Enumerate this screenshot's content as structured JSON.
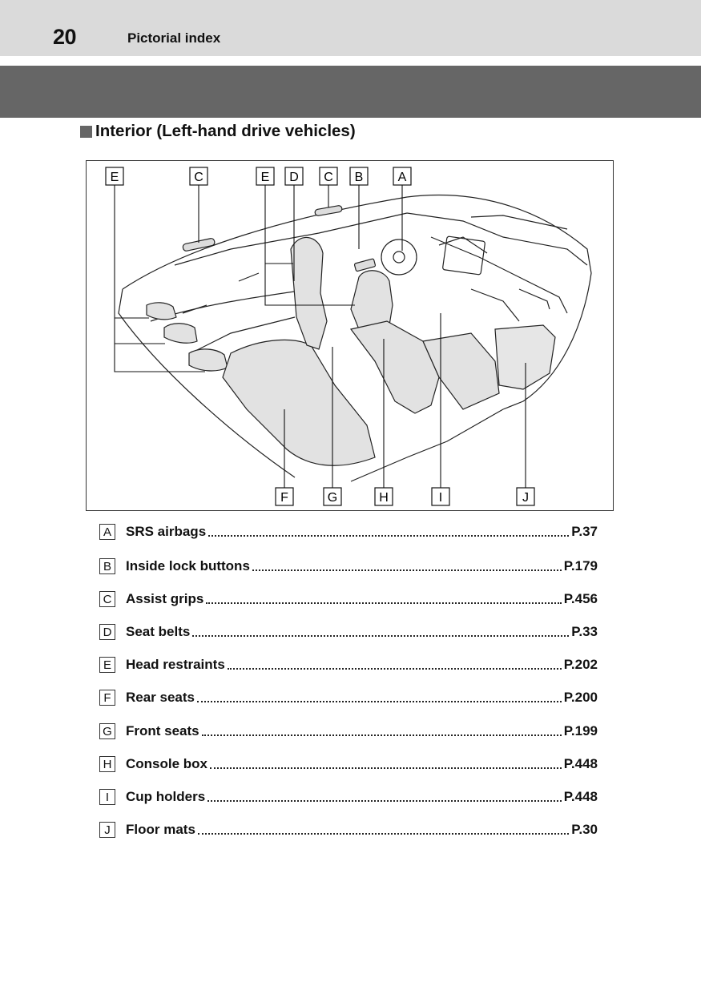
{
  "header": {
    "page_number": "20",
    "section": "Pictorial index"
  },
  "heading": {
    "marker": "■",
    "text": "Interior (Left-hand drive vehicles)"
  },
  "figure": {
    "callouts_top": [
      "E",
      "C",
      "E",
      "D",
      "C",
      "B",
      "A"
    ],
    "callouts_bottom": [
      "F",
      "G",
      "H",
      "I",
      "J"
    ]
  },
  "legend": [
    {
      "key": "A",
      "label": "SRS airbags",
      "page": "P.37"
    },
    {
      "key": "B",
      "label": "Inside lock buttons",
      "page": "P.179"
    },
    {
      "key": "C",
      "label": "Assist grips",
      "page": "P.456"
    },
    {
      "key": "D",
      "label": "Seat belts",
      "page": "P.33"
    },
    {
      "key": "E",
      "label": "Head restraints",
      "page": "P.202"
    },
    {
      "key": "F",
      "label": "Rear seats",
      "page": "P.200"
    },
    {
      "key": "G",
      "label": "Front seats",
      "page": "P.199"
    },
    {
      "key": "H",
      "label": "Console box",
      "page": "P.448"
    },
    {
      "key": "I",
      "label": "Cup holders",
      "page": "P.448"
    },
    {
      "key": "J",
      "label": "Floor mats",
      "page": "P.30"
    }
  ]
}
